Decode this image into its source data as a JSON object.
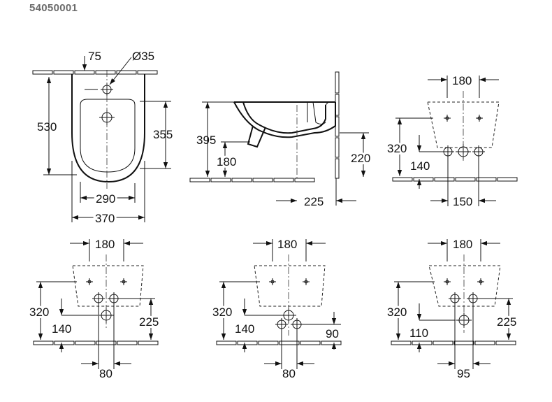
{
  "product_code": "54050001",
  "views": {
    "top": {
      "dims": {
        "tap_offset": "75",
        "tap_hole": "Ø35",
        "length": "530",
        "bowl_length": "355",
        "bowl_width": "290",
        "width": "370"
      }
    },
    "side": {
      "dims": {
        "height": "395",
        "inner_height": "180",
        "bracket_height": "220",
        "depth": "225"
      }
    },
    "wall_a": {
      "dims": {
        "bolt_spacing": "180",
        "height": "320",
        "low_height": "140",
        "offset": "150"
      }
    },
    "wall_b": {
      "dims": {
        "bolt_spacing": "180",
        "height": "320",
        "low_height": "140",
        "supply_height": "225",
        "supply_spacing": "80"
      }
    },
    "wall_c": {
      "dims": {
        "bolt_spacing": "180",
        "height": "320",
        "low_height": "140",
        "supply_height": "90",
        "supply_spacing": "80"
      }
    },
    "wall_d": {
      "dims": {
        "bolt_spacing": "180",
        "height": "320",
        "low_height": "110",
        "supply_height": "225",
        "supply_spacing": "95"
      }
    }
  }
}
